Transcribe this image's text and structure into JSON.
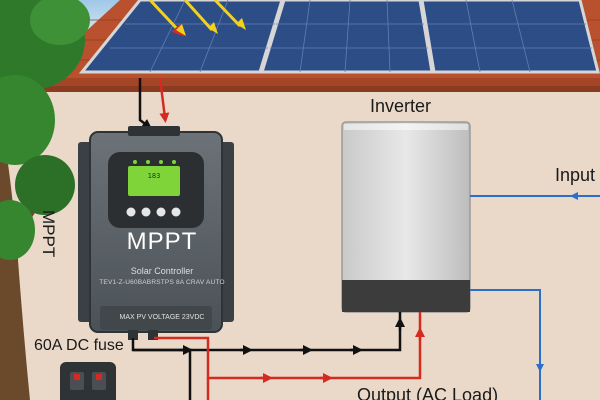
{
  "labels": {
    "inverter": "Inverter",
    "input": "Input",
    "mppt_side": "MPPT",
    "fuse": "60A DC fuse",
    "output": "Output (AC Load)"
  },
  "controller": {
    "brand": "MPPT",
    "subtitle": "Solar Controller",
    "model_line": "TEV1-Z-U60BABRSTPS 8A CRAV AUTO",
    "pv_voltage": "MAX PV VOLTAGE 23VDC",
    "lcd_reading": "183"
  },
  "colors": {
    "wall": "#ead9c8",
    "roof_tile": "#b9512f",
    "panel_cell": "#2d4d86",
    "wire_positive": "#d42a1f",
    "wire_negative": "#111111",
    "wire_ac": "#2a6fc9",
    "tree_leaf": "#2f7a2a",
    "sun_ray": "#f2d21a"
  },
  "icons": [
    "sun-rays-icon",
    "solar-panel-icon",
    "tree-icon",
    "charge-controller-icon",
    "inverter-icon",
    "fuse-icon",
    "arrow-icon"
  ]
}
